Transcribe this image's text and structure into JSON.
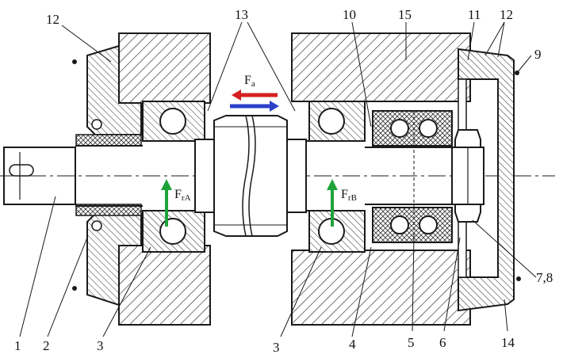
{
  "diagram": {
    "part_labels": [
      {
        "id": "12-left",
        "text": "12"
      },
      {
        "id": "13",
        "text": "13"
      },
      {
        "id": "10",
        "text": "10"
      },
      {
        "id": "15",
        "text": "15"
      },
      {
        "id": "11",
        "text": "11"
      },
      {
        "id": "12-right",
        "text": "12"
      },
      {
        "id": "9",
        "text": "9"
      },
      {
        "id": "1",
        "text": "1"
      },
      {
        "id": "2",
        "text": "2"
      },
      {
        "id": "3-left",
        "text": "3"
      },
      {
        "id": "3-right",
        "text": "3"
      },
      {
        "id": "4",
        "text": "4"
      },
      {
        "id": "5",
        "text": "5"
      },
      {
        "id": "6",
        "text": "6"
      },
      {
        "id": "14",
        "text": "14"
      },
      {
        "id": "7-8",
        "text": "7,8"
      }
    ],
    "forces": {
      "axial": {
        "symbol": "F",
        "sub": "a"
      },
      "radial_a": {
        "symbol": "F",
        "sub": "rA"
      },
      "radial_b": {
        "symbol": "F",
        "sub": "rB"
      }
    },
    "colors": {
      "ink": "#1a1a1a",
      "axial_arrow_left": "#d42020",
      "axial_arrow_right": "#2a3fc8",
      "radial_arrow": "#1fa23a"
    }
  }
}
